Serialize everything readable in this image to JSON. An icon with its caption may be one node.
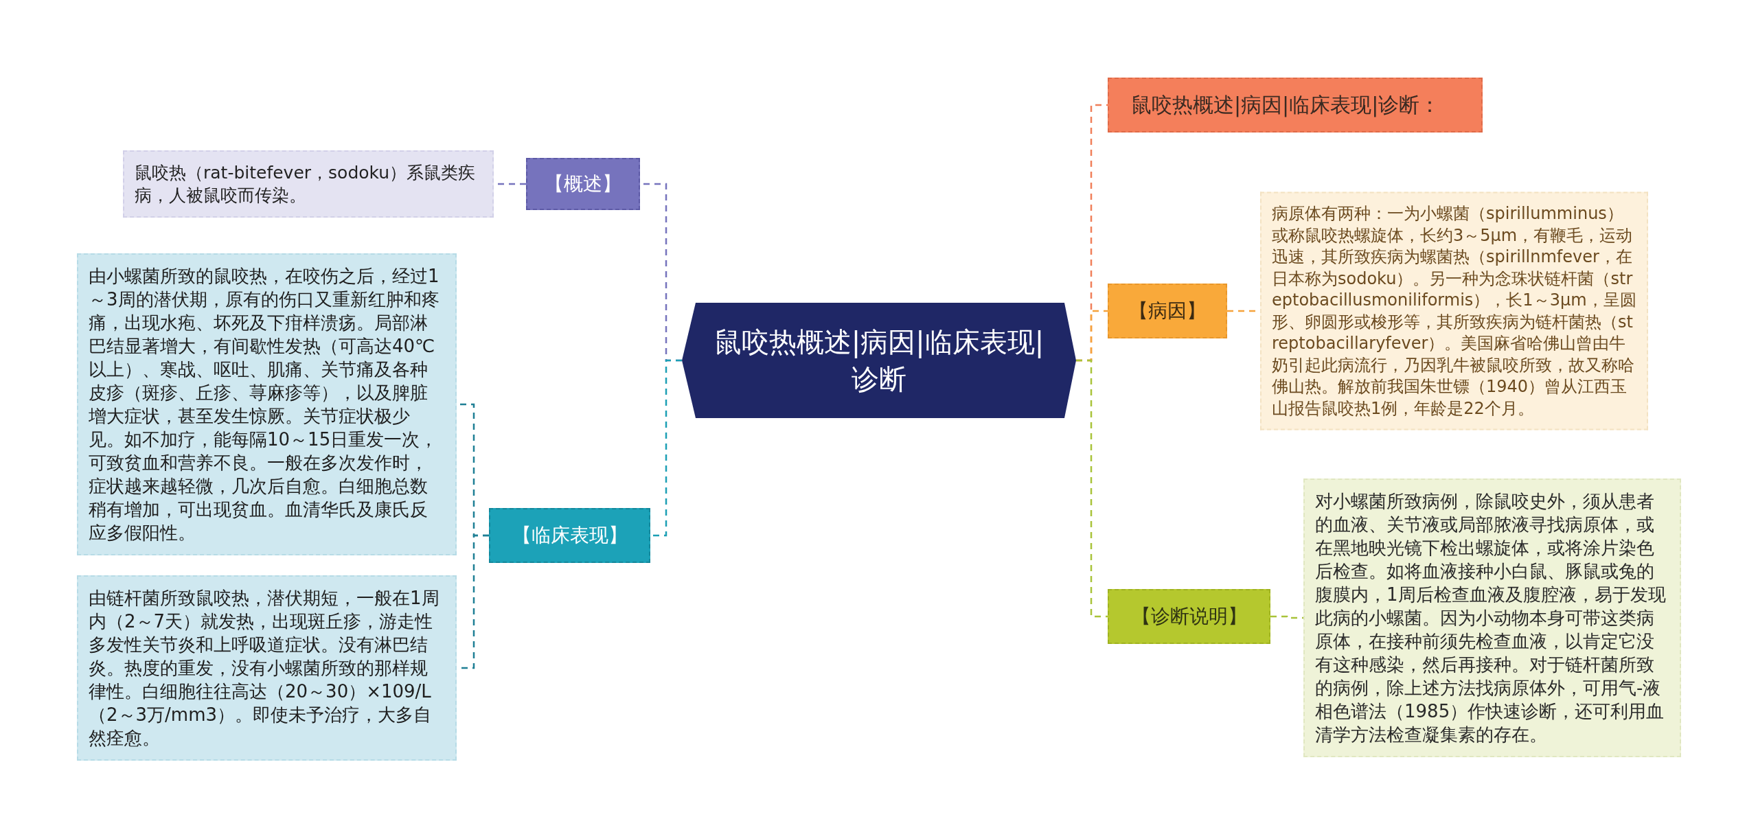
{
  "diagram": {
    "nodes": [
      {
        "text": [
          "鼠咬热概述|病因|临床表现|诊断"
        ]
      },
      {
        "text": [
          "【概述】"
        ]
      },
      {
        "text": [
          "鼠咬热（rat-bitefever，sodoku）系鼠类疾病，人被鼠咬而传染。"
        ]
      },
      {
        "text": [
          "【临床表现】"
        ]
      },
      {
        "text": [
          "由小螺菌所致的鼠咬热，在咬伤之后，经过1～3周的潜伏期，原有的伤口又重新红肿和疼痛，出现水疱、坏死及下疳样溃疡。局部淋巴结显著增大，有间歇性发热（可高达40℃以上）、寒战、呕吐、肌痛、关节痛及各种皮疹（斑疹、丘疹、荨麻疹等），以及脾脏增大症状，甚至发生惊厥。关节症状极少见。如不加疗，能每隔10～15日重发一次，可致贫血和营养不良。一般在多次发作时，症状越来越轻微，几次后自愈。白细胞总数稍有增加，可出现贫血。血清华氏及康氏反应多假阳性。"
        ]
      },
      {
        "text": [
          "由链杆菌所致鼠咬热，潜伏期短，一般在1周内（2～7天）就发热，出现斑丘疹，游走性多发性关节炎和上呼吸道症状。没有淋巴结炎。热度的重发，没有小螺菌所致的那样规律性。白细胞往往高达（20～30）×109/L（2～3万/mm3）。即使未予治疗，大多自然痊愈。"
        ]
      },
      {
        "text": [
          "鼠咬热概述|病因|临床表现|诊断："
        ]
      },
      {
        "text": [
          "【病因】"
        ]
      },
      {
        "text": [
          "病原体有两种：一为小螺菌（spirillumminus）或称鼠咬热螺旋体，长约3～5μm，有鞭毛，运动迅速，其所致疾病为螺菌热（spirillnmfever，在日本称为sodoku）。另一种为念珠状链杆菌（streptobacillusmoniliformis），长1～3μm，呈圆形、卵圆形或梭形等，其所致疾病为链杆菌热（streptobacillaryfever）。美国麻省哈佛山曾由牛奶引起此病流行，乃因乳牛被鼠咬所致，故又称哈佛山热。解放前我国朱世镖（1940）曾从江西玉山报告鼠咬热1例，年龄是22个月。"
        ]
      },
      {
        "text": [
          "【诊断说明】"
        ]
      },
      {
        "text": [
          "对小螺菌所致病例，除鼠咬史外，须从患者的血液、关节液或局部脓液寻找病原体，或在黑地映光镜下检出螺旋体，或将涂片染色后检查。如将血液接种小白鼠、豚鼠或兔的腹膜内，1周后检查血液及腹腔液，易于发现此病的小螺菌。因为小动物本身可带这类病原体，在接种前须先检查血液，以肯定它没有这种感染，然后再接种。对于链杆菌所致的病例，除上述方法找病原体外，可用气-液相色谱法（1985）作快速诊断，还可利用血清学方法检查凝集素的存在。"
        ]
      }
    ],
    "edges": [
      {
        "from": 0,
        "to": 1,
        "arrow": "none",
        "style": "dashed",
        "color": "#7673bd"
      },
      {
        "from": 1,
        "to": 2,
        "arrow": "none",
        "style": "dashed",
        "color": "#7673bd"
      },
      {
        "from": 0,
        "to": 3,
        "arrow": "none",
        "style": "dashed",
        "color": "#1c9fb5"
      },
      {
        "from": 3,
        "to": 4,
        "arrow": "none",
        "style": "dashed",
        "color": "#1f7f95"
      },
      {
        "from": 3,
        "to": 5,
        "arrow": "none",
        "style": "dashed",
        "color": "#1f7f95"
      },
      {
        "from": 0,
        "to": 6,
        "arrow": "none",
        "style": "dashed",
        "color": "#f07f5a"
      },
      {
        "from": 0,
        "to": 7,
        "arrow": "none",
        "style": "dashed",
        "color": "#f5a33c"
      },
      {
        "from": 7,
        "to": 8,
        "arrow": "none",
        "style": "dashed",
        "color": "#f5a33c"
      },
      {
        "from": 0,
        "to": 9,
        "arrow": "none",
        "style": "dashed",
        "color": "#a9c33a"
      },
      {
        "from": 9,
        "to": 10,
        "arrow": "none",
        "style": "dashed",
        "color": "#a9c33a"
      }
    ]
  }
}
